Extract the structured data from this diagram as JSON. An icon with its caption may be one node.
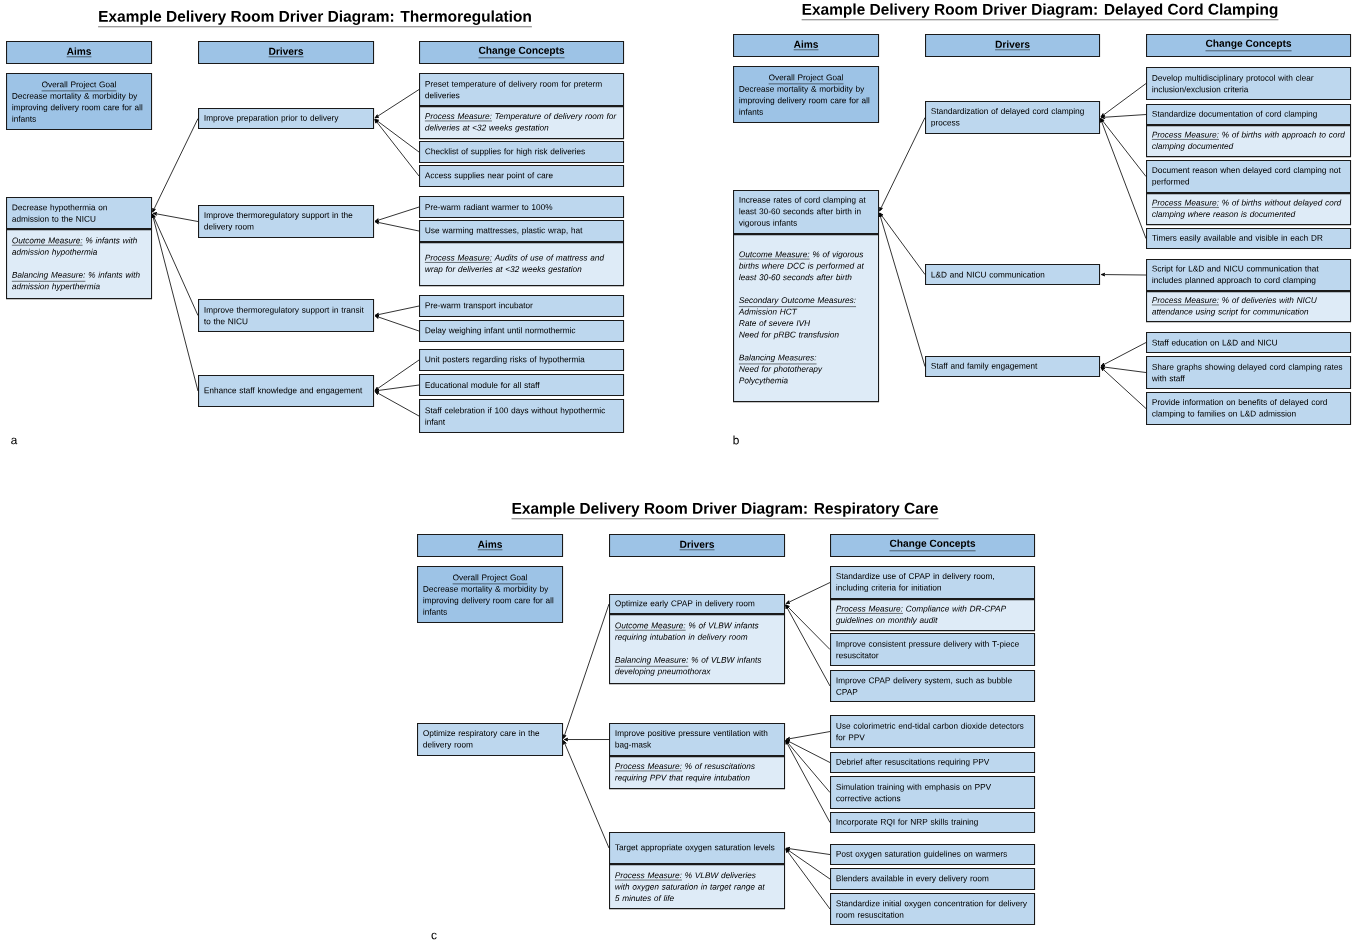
{
  "diagram": {
    "nodes": [
      {
        "text": [
          "Aims"
        ]
      },
      {
        "text": [
          "Drivers"
        ]
      },
      {
        "text": [
          "Change Concepts"
        ]
      },
      {
        "text": [
          "Overall Project Goal",
          "Decrease mortality & morbidity by improving delivery room care for all infants"
        ]
      },
      {
        "text": [
          "Decrease hypothermia on admission to the NICU",
          "Outcome Measure:",
          "% infants with admission hypothermia",
          "Balancing Measure:",
          "% infants with admission hyperthermia"
        ]
      },
      {
        "text": [
          "Improve preparation prior to delivery"
        ]
      },
      {
        "text": [
          "Improve thermoregulatory support in the delivery room"
        ]
      },
      {
        "text": [
          "Improve thermoregulatory support in transit to the NICU"
        ]
      },
      {
        "text": [
          "Enhance staff knowledge and engagement"
        ]
      },
      {
        "text": [
          "Preset temperature of delivery room for preterm deliveries",
          "Process Measure:",
          "Temperature of delivery room for deliveries at <32 weeks gestation"
        ]
      },
      {
        "text": [
          "Checklist of supplies for high risk deliveries"
        ]
      },
      {
        "text": [
          "Access supplies near point of care"
        ]
      },
      {
        "text": [
          "Pre-warm radiant warmer to 100%"
        ]
      },
      {
        "text": [
          "Use warming mattresses, plastic wrap, hat",
          "Process Measure:",
          "Audits of use of mattress and wrap for deliveries at <32 weeks gestation"
        ]
      },
      {
        "text": [
          "Pre-warm transport incubator"
        ]
      },
      {
        "text": [
          "Delay weighing infant until normothermic"
        ]
      },
      {
        "text": [
          "Unit posters regarding risks of hypothermia"
        ]
      },
      {
        "text": [
          "Educational module for all staff"
        ]
      },
      {
        "text": [
          "Staff celebration if 100 days without hypothermic infant"
        ]
      },
      {
        "text": [
          "Aims"
        ]
      },
      {
        "text": [
          "Drivers"
        ]
      },
      {
        "text": [
          "Change Concepts"
        ]
      },
      {
        "text": [
          "Overall Project Goal",
          "Decrease mortality & morbidity by improving delivery room care for all infants"
        ]
      },
      {
        "text": [
          "Increase rates of cord clamping at least 30-60 seconds after birth in vigorous infants",
          "Outcome Measure:",
          "% of vigorous births where DCC is performed at least 30-60 seconds after birth",
          "Secondary Outcome Measures:",
          "Admission HCT",
          "Rate of severe IVH",
          "Need for pRBC transfusion",
          "Balancing Measures:",
          "Need for phototherapy",
          "Polycythemia"
        ]
      },
      {
        "text": [
          "Standardization of delayed cord clamping process"
        ]
      },
      {
        "text": [
          "L&D and NICU communication"
        ]
      },
      {
        "text": [
          "Staff and family engagement"
        ]
      },
      {
        "text": [
          "Develop multidisciplinary protocol with clear inclusion/exclusion criteria"
        ]
      },
      {
        "text": [
          "Standardize documentation of cord clamping",
          "Process Measure:",
          "% of births with approach to cord clamping documented"
        ]
      },
      {
        "text": [
          "Document reason when delayed cord clamping not performed",
          "Process Measure:",
          "% of births without delayed cord clamping where reason is documented"
        ]
      },
      {
        "text": [
          "Timers easily available and visible in each DR"
        ]
      },
      {
        "text": [
          "Script for L&D and NICU communication that includes planned approach to cord clamping",
          "Process Measure:",
          "% of deliveries with NICU attendance using script for communication"
        ]
      },
      {
        "text": [
          "Staff education on L&D and NICU"
        ]
      },
      {
        "text": [
          "Share graphs showing delayed cord clamping rates with staff"
        ]
      },
      {
        "text": [
          "Provide information on benefits of delayed cord clamping to families on L&D admission"
        ]
      },
      {
        "text": [
          "Aims"
        ]
      },
      {
        "text": [
          "Drivers"
        ]
      },
      {
        "text": [
          "Change Concepts"
        ]
      },
      {
        "text": [
          "Overall Project Goal",
          "Decrease mortality & morbidity by improving delivery room care for all infants"
        ]
      },
      {
        "text": [
          "Optimize respiratory care in the delivery room"
        ]
      },
      {
        "text": [
          "Optimize early CPAP in delivery room",
          "Outcome Measure:",
          "% of VLBW infants requiring intubation in delivery room",
          "Balancing Measure:",
          "% of VLBW infants developing pneumothorax"
        ]
      },
      {
        "text": [
          "Improve positive pressure ventilation with bag-mask",
          "Process Measure:",
          "% of resuscitations requiring PPV that require intubation"
        ]
      },
      {
        "text": [
          "Target appropriate oxygen saturation levels",
          "Process Measure:",
          "% VLBW deliveries with oxygen saturation in target range at 5 minutes of life"
        ]
      },
      {
        "text": [
          "Standardize use of CPAP in delivery room, including criteria for initiation",
          "Process Measure:",
          "Compliance with DR-CPAP guidelines on monthly audit"
        ]
      },
      {
        "text": [
          "Improve consistent pressure delivery with T-piece resuscitator"
        ]
      },
      {
        "text": [
          "Improve CPAP delivery system, such as bubble CPAP"
        ]
      },
      {
        "text": [
          "Use colorimetric end-tidal carbon dioxide detectors for PPV"
        ]
      },
      {
        "text": [
          "Debrief after resuscitations requiring PPV"
        ]
      },
      {
        "text": [
          "Simulation training with emphasis on PPV corrective actions"
        ]
      },
      {
        "text": [
          "Incorporate RQI for NRP skills training"
        ]
      },
      {
        "text": [
          "Post oxygen saturation guidelines on warmers"
        ]
      },
      {
        "text": [
          "Blenders available in every delivery room"
        ]
      },
      {
        "text": [
          "Standardize initial oxygen concentration for delivery room resuscitation"
        ]
      }
    ],
    "edges": [
      {
        "from": 9,
        "to": 5,
        "arrow": "to"
      },
      {
        "from": 10,
        "to": 5,
        "arrow": "to"
      },
      {
        "from": 11,
        "to": 5,
        "arrow": "to"
      },
      {
        "from": 12,
        "to": 6,
        "arrow": "to"
      },
      {
        "from": 13,
        "to": 6,
        "arrow": "to"
      },
      {
        "from": 14,
        "to": 7,
        "arrow": "to"
      },
      {
        "from": 15,
        "to": 7,
        "arrow": "to"
      },
      {
        "from": 16,
        "to": 8,
        "arrow": "to"
      },
      {
        "from": 17,
        "to": 8,
        "arrow": "to"
      },
      {
        "from": 18,
        "to": 8,
        "arrow": "to"
      },
      {
        "from": 5,
        "to": 4,
        "arrow": "to"
      },
      {
        "from": 6,
        "to": 4,
        "arrow": "to"
      },
      {
        "from": 7,
        "to": 4,
        "arrow": "to"
      },
      {
        "from": 8,
        "to": 4,
        "arrow": "to"
      },
      {
        "from": 27,
        "to": 24,
        "arrow": "to"
      },
      {
        "from": 28,
        "to": 24,
        "arrow": "to"
      },
      {
        "from": 29,
        "to": 24,
        "arrow": "to"
      },
      {
        "from": 30,
        "to": 24,
        "arrow": "to"
      },
      {
        "from": 31,
        "to": 25,
        "arrow": "to"
      },
      {
        "from": 32,
        "to": 26,
        "arrow": "to"
      },
      {
        "from": 33,
        "to": 26,
        "arrow": "to"
      },
      {
        "from": 34,
        "to": 26,
        "arrow": "to"
      },
      {
        "from": 24,
        "to": 23,
        "arrow": "to"
      },
      {
        "from": 25,
        "to": 23,
        "arrow": "to"
      },
      {
        "from": 26,
        "to": 23,
        "arrow": "to"
      },
      {
        "from": 43,
        "to": 40,
        "arrow": "to"
      },
      {
        "from": 44,
        "to": 40,
        "arrow": "to"
      },
      {
        "from": 45,
        "to": 40,
        "arrow": "to"
      },
      {
        "from": 46,
        "to": 41,
        "arrow": "to"
      },
      {
        "from": 47,
        "to": 41,
        "arrow": "to"
      },
      {
        "from": 48,
        "to": 41,
        "arrow": "to"
      },
      {
        "from": 49,
        "to": 41,
        "arrow": "to"
      },
      {
        "from": 50,
        "to": 42,
        "arrow": "to"
      },
      {
        "from": 51,
        "to": 42,
        "arrow": "to"
      },
      {
        "from": 52,
        "to": 42,
        "arrow": "to"
      },
      {
        "from": 40,
        "to": 39,
        "arrow": "to"
      },
      {
        "from": 41,
        "to": 39,
        "arrow": "to"
      },
      {
        "from": 42,
        "to": 39,
        "arrow": "to"
      }
    ],
    "labels": [
      "Example Delivery Room Driver Diagram: Thermoregulation",
      "Example Delivery Room Driver Diagram: Delayed Cord Clamping",
      "a",
      "b",
      "Example Delivery Room Driver Diagram: Respiratory Care",
      "c"
    ]
  }
}
